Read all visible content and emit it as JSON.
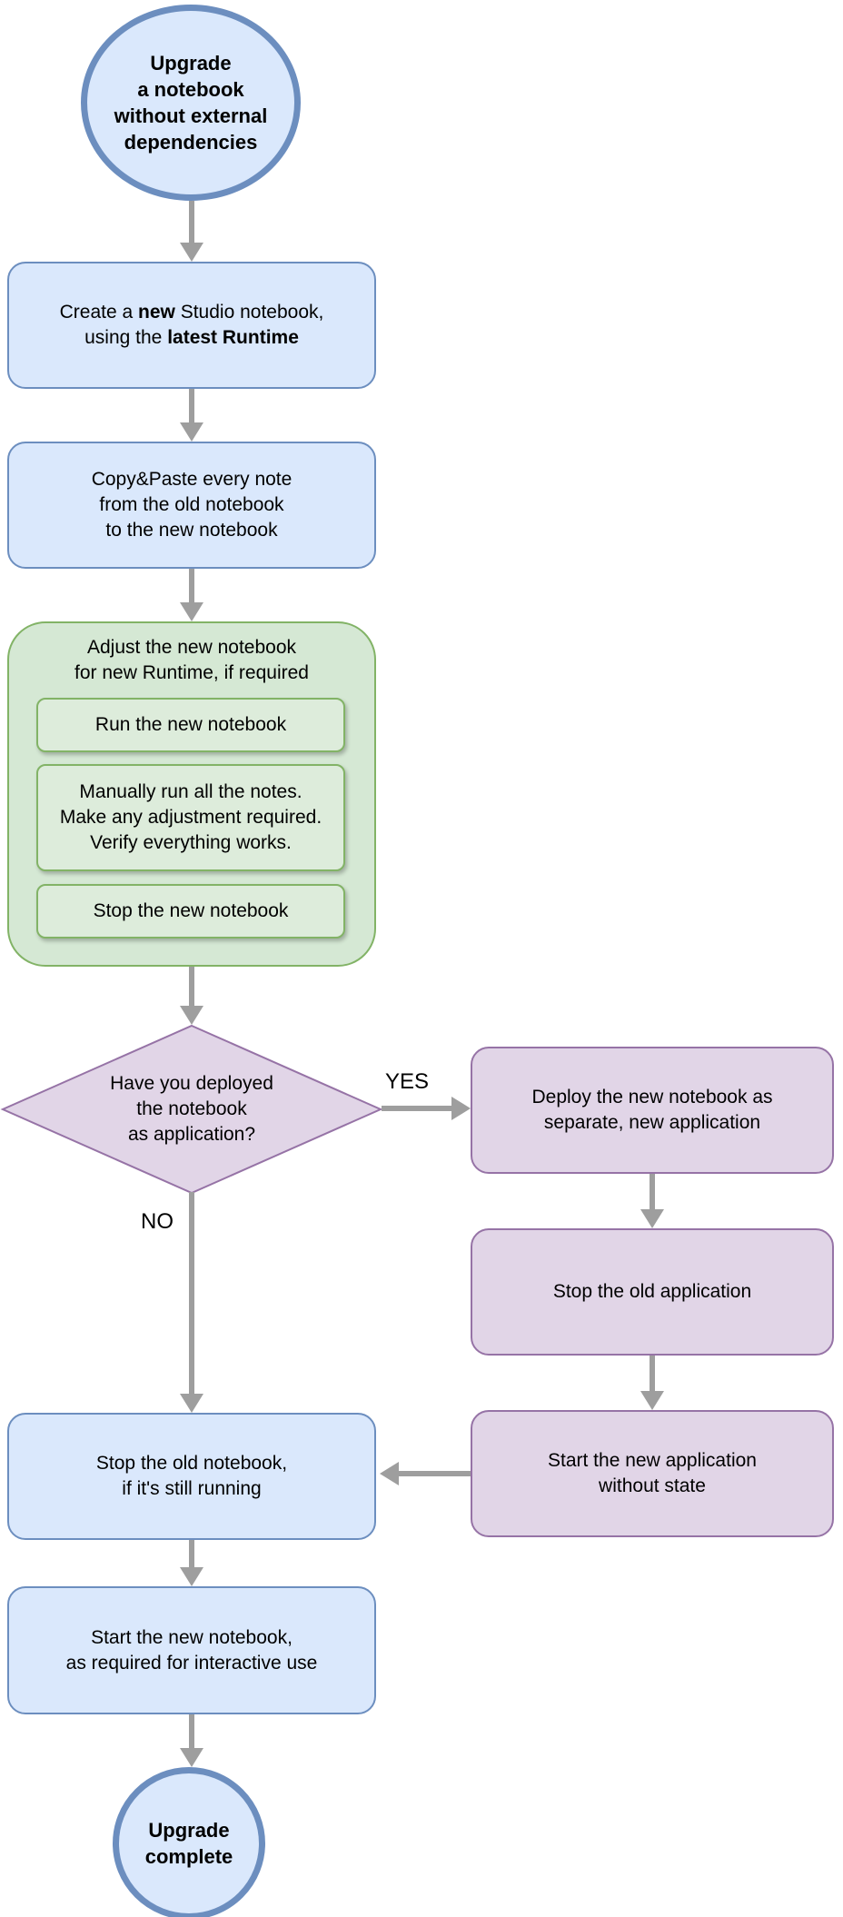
{
  "colors": {
    "blue_fill": "#dae8fc",
    "blue_stroke": "#6c8ebf",
    "green_fill": "#d5e8d4",
    "green_inner_fill": "#ddecdb",
    "green_stroke": "#82b366",
    "purple_fill": "#e1d5e7",
    "purple_stroke": "#9673a6",
    "arrow": "#9e9e9e"
  },
  "nodes": {
    "start": {
      "lines": [
        "Upgrade",
        "a notebook",
        "without external",
        "dependencies"
      ]
    },
    "create": {
      "line1": [
        {
          "t": "Create a "
        },
        {
          "t": "new",
          "b": true
        },
        {
          "t": " Studio notebook,"
        }
      ],
      "line2": [
        {
          "t": "using the "
        },
        {
          "t": "latest Runtime",
          "b": true
        }
      ]
    },
    "copy": {
      "lines": [
        "Copy&Paste every note",
        "from the old notebook",
        "to the new notebook"
      ]
    },
    "adjust_group": {
      "title_lines": [
        "Adjust the new notebook",
        "for new Runtime, if required"
      ],
      "steps": [
        {
          "lines": [
            "Run the new notebook"
          ]
        },
        {
          "lines": [
            "Manually run all the notes.",
            "Make any adjustment required.",
            "Verify everything works."
          ]
        },
        {
          "lines": [
            "Stop the new notebook"
          ]
        }
      ]
    },
    "decision": {
      "lines": [
        "Have you deployed",
        "the notebook",
        "as application?"
      ]
    },
    "deploy": {
      "lines": [
        "Deploy the new notebook as",
        "separate, new application"
      ]
    },
    "stop_old_app": {
      "lines": [
        "Stop the old application"
      ]
    },
    "start_new_app": {
      "lines": [
        "Start the new application",
        "without state"
      ]
    },
    "stop_old_notebook": {
      "lines": [
        "Stop the old notebook,",
        "if it's still running"
      ]
    },
    "start_new_notebook": {
      "lines": [
        "Start the new notebook,",
        "as required for interactive use"
      ]
    },
    "end": {
      "lines": [
        "Upgrade",
        "complete"
      ]
    }
  },
  "edge_labels": {
    "yes": "YES",
    "no": "NO"
  }
}
